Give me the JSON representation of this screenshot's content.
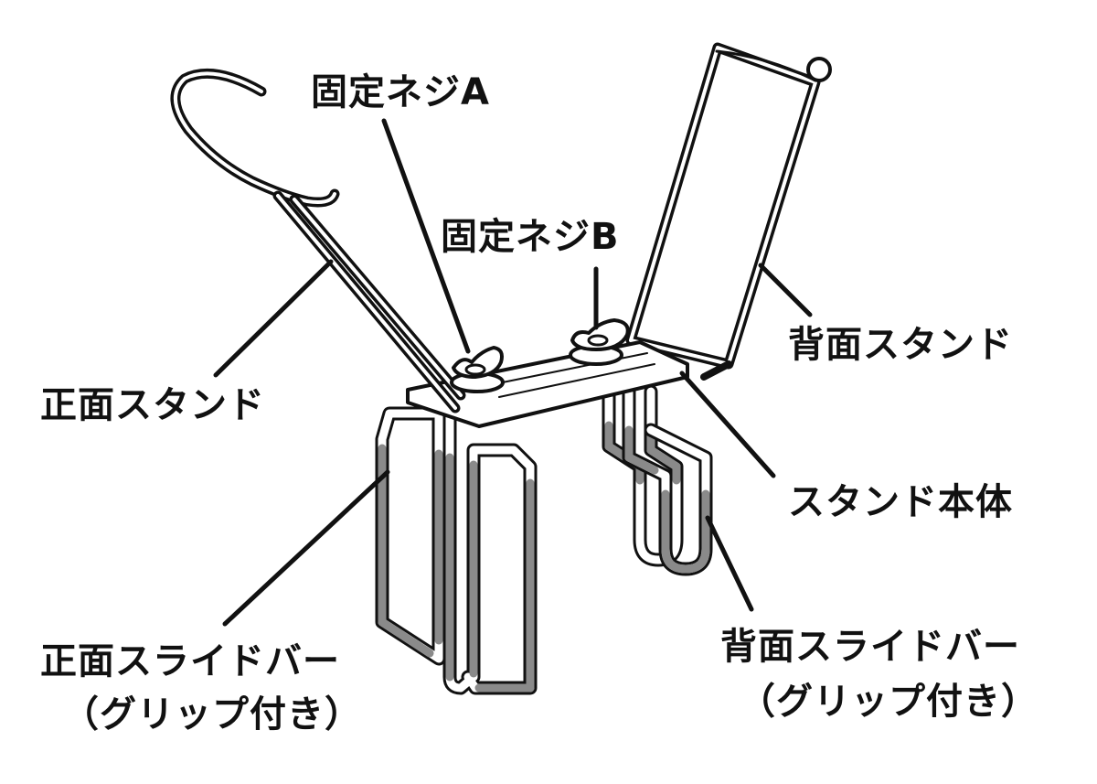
{
  "labels": {
    "screw_a": "固定ネジA",
    "screw_b": "固定ネジB",
    "front_stand": "正面スタンド",
    "back_stand": "背面スタンド",
    "stand_body": "スタンド本体",
    "front_slide_bar": "正面スライドバー",
    "front_slide_bar_grip": "（グリップ付き）",
    "back_slide_bar": "背面スライドバー",
    "back_slide_bar_grip": "（グリップ付き）"
  },
  "colors": {
    "line": "#111111",
    "grip": "#8a8a8a",
    "background": "#ffffff"
  }
}
